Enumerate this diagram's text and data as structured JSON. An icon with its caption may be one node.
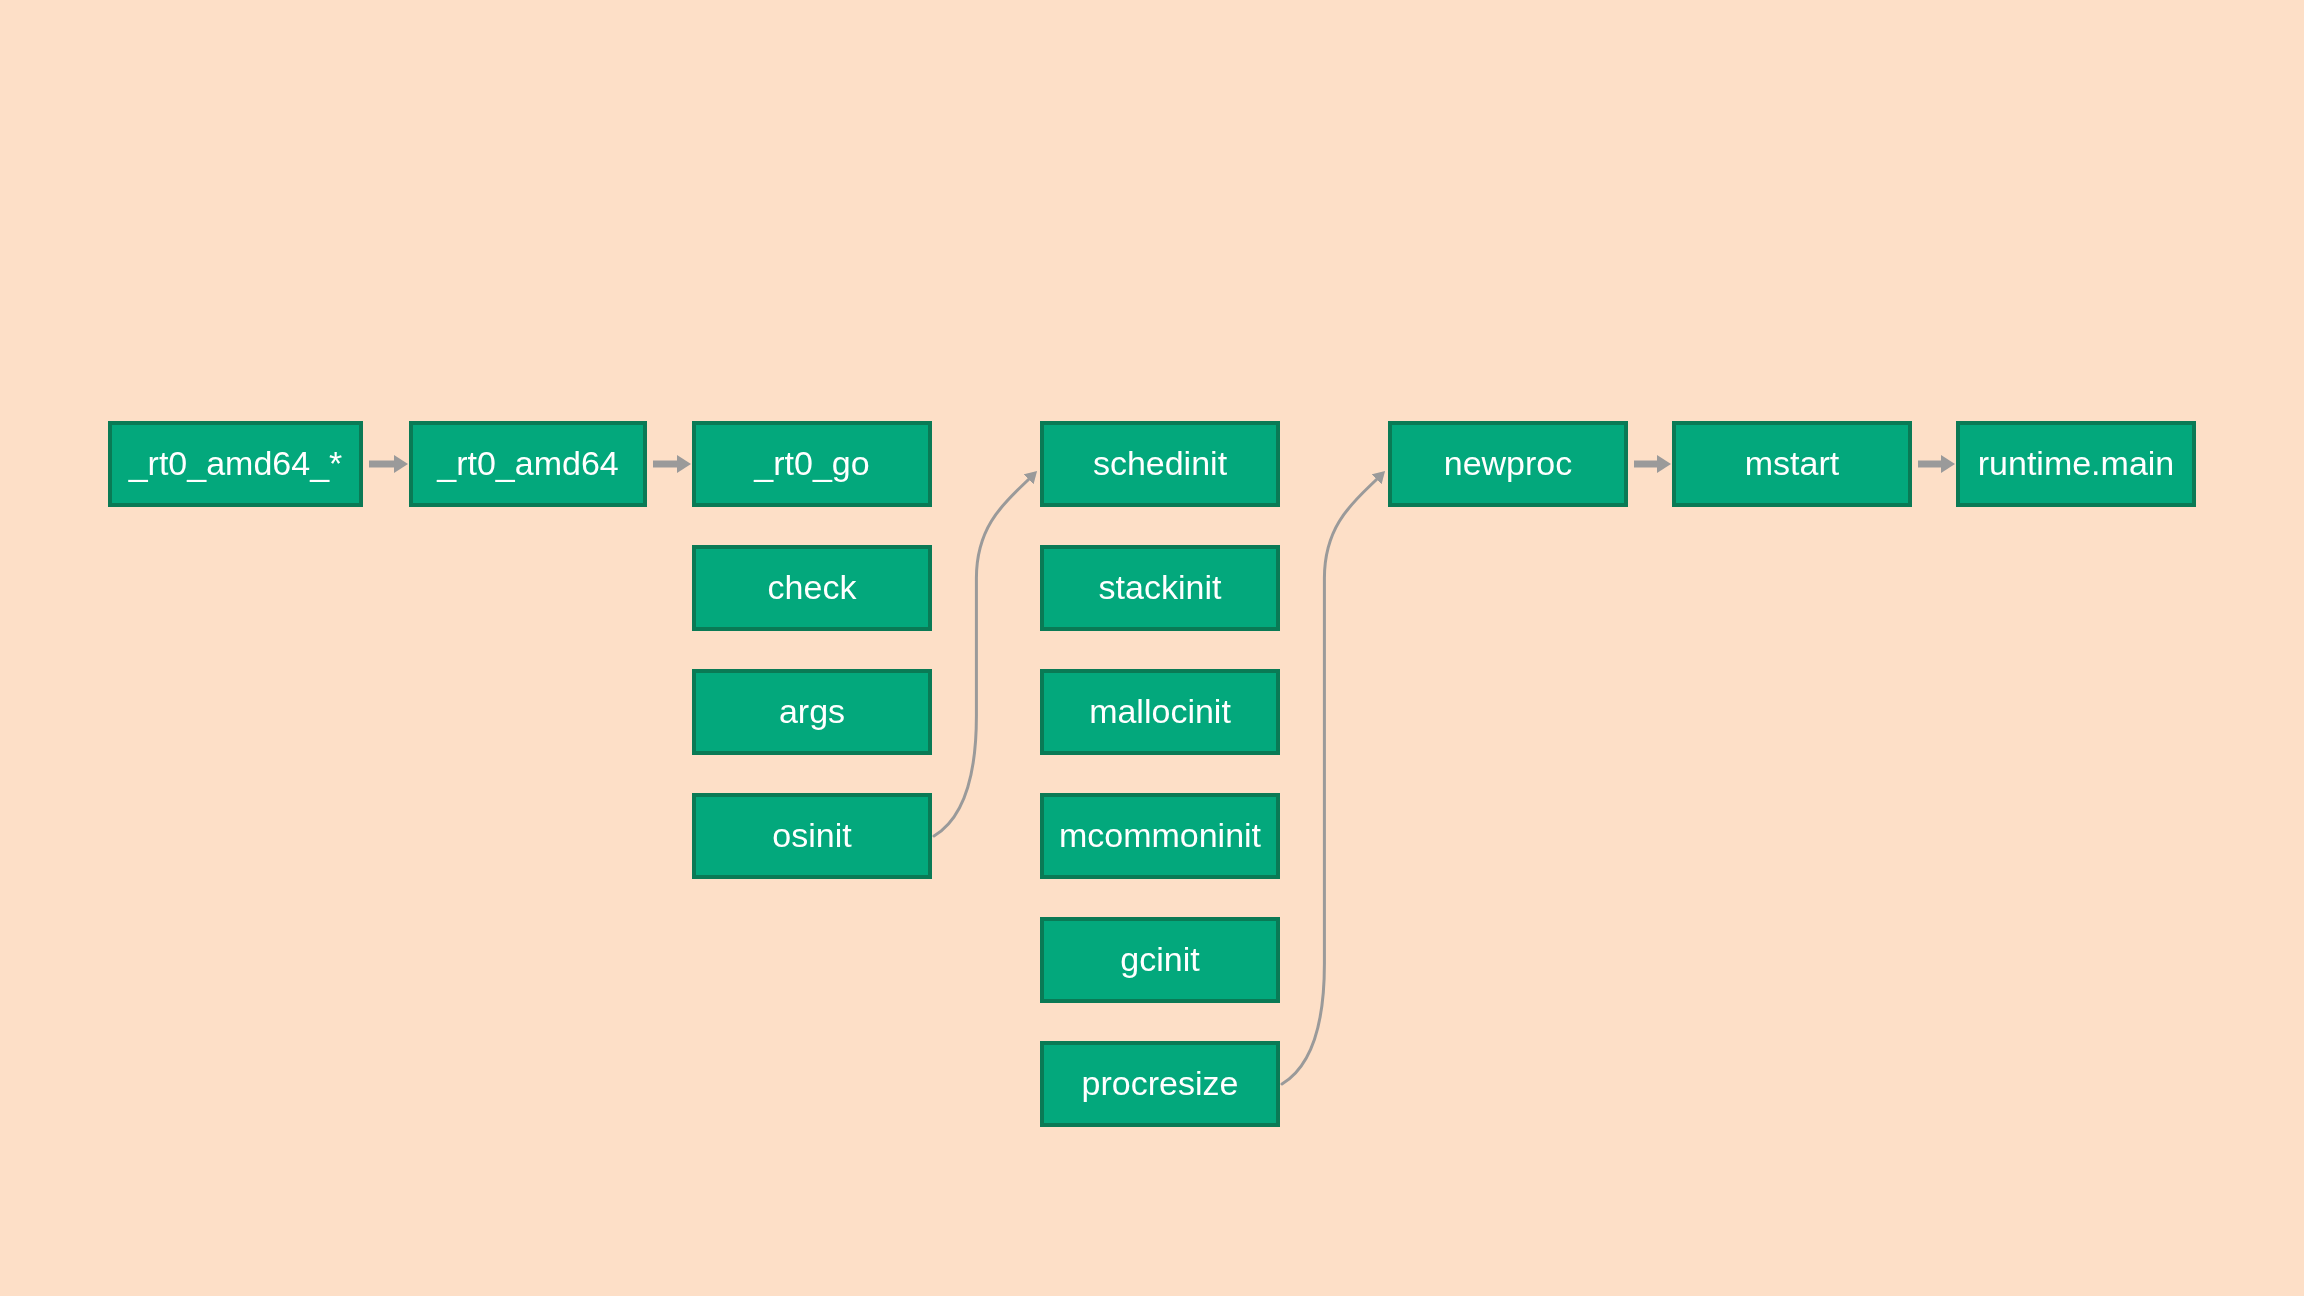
{
  "diagram": {
    "nodes": [
      {
        "text": [
          "_rt0_amd64_*"
        ]
      },
      {
        "text": [
          "_rt0_amd64"
        ]
      },
      {
        "text": [
          "_rt0_go"
        ]
      },
      {
        "text": [
          "check"
        ]
      },
      {
        "text": [
          "args"
        ]
      },
      {
        "text": [
          "osinit"
        ]
      },
      {
        "text": [
          "schedinit"
        ]
      },
      {
        "text": [
          "stackinit"
        ]
      },
      {
        "text": [
          "mallocinit"
        ]
      },
      {
        "text": [
          "mcommoninit"
        ]
      },
      {
        "text": [
          "gcinit"
        ]
      },
      {
        "text": [
          "procresize"
        ]
      },
      {
        "text": [
          "newproc"
        ]
      },
      {
        "text": [
          "mstart"
        ]
      },
      {
        "text": [
          "runtime.main"
        ]
      }
    ],
    "edges": [
      {
        "from": 0,
        "to": 1,
        "arrow": "to"
      },
      {
        "from": 1,
        "to": 2,
        "arrow": "to"
      },
      {
        "from": 5,
        "to": 6,
        "arrow": "to"
      },
      {
        "from": 11,
        "to": 12,
        "arrow": "to"
      },
      {
        "from": 12,
        "to": 13,
        "arrow": "to"
      },
      {
        "from": 13,
        "to": 14,
        "arrow": "to"
      }
    ]
  }
}
